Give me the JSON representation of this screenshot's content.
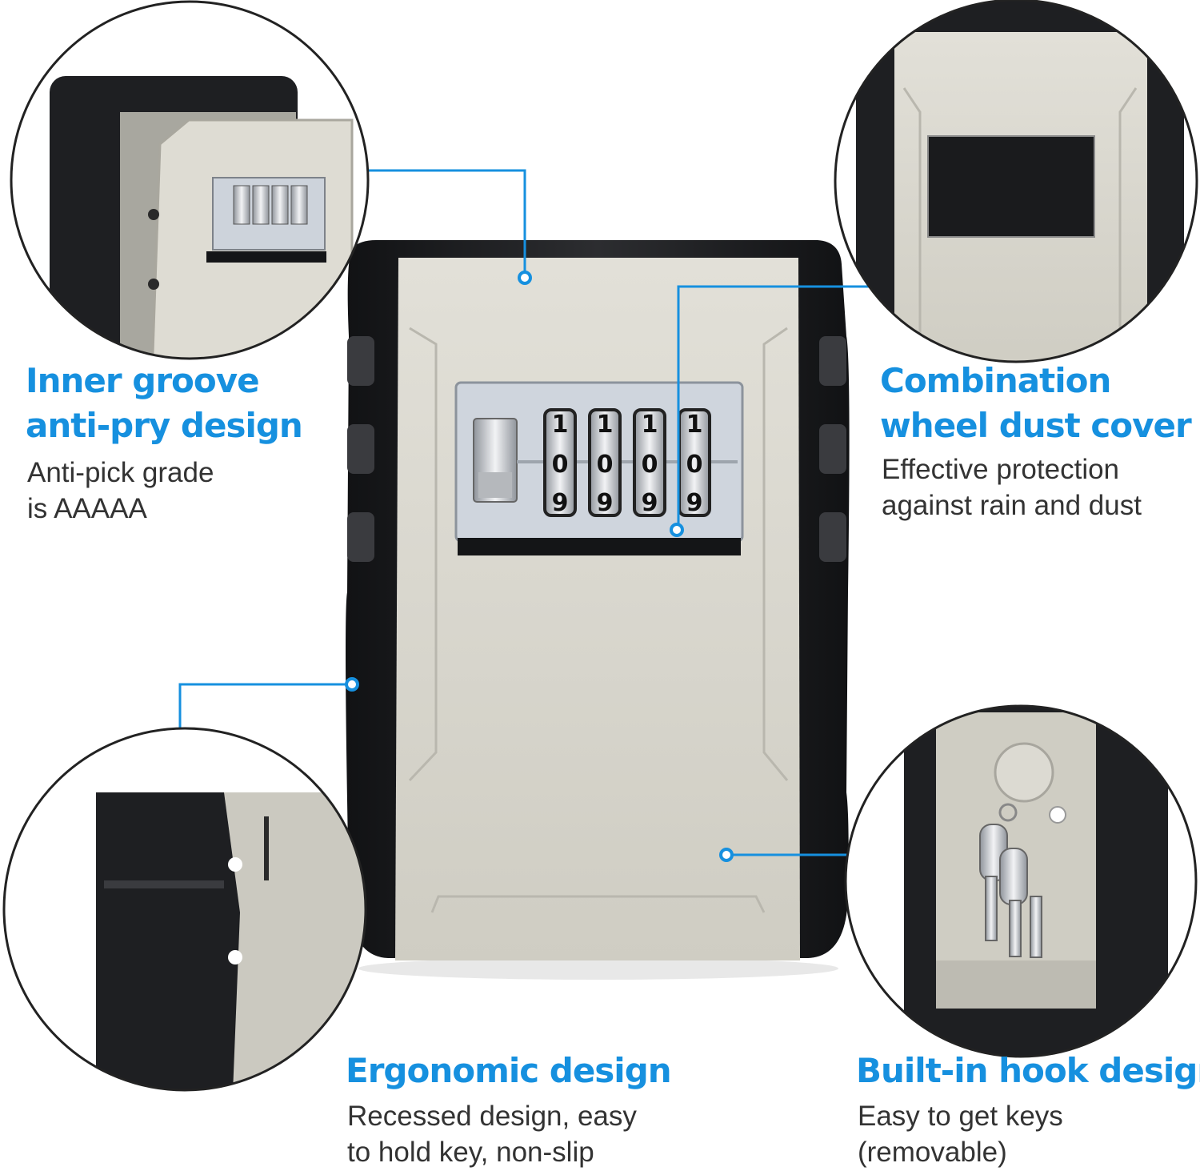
{
  "colors": {
    "accent": "#1690df",
    "body_text": "#333333",
    "casing_black": "#1f2022",
    "panel_beige": "#d8d6cd",
    "dial_silver": "#c9cdd3"
  },
  "product": {
    "dial_digits": {
      "top": "1",
      "middle": "0",
      "bottom": "9"
    }
  },
  "features": [
    {
      "title_lines": [
        "Inner groove",
        "anti-pry design"
      ],
      "desc_lines": [
        "Anti-pick grade",
        "is AAAAA"
      ],
      "image_icon": "lockbox-open-lid-detail"
    },
    {
      "title_lines": [
        "Combination",
        "wheel dust cover"
      ],
      "desc_lines": [
        "Effective protection",
        "against rain and dust"
      ],
      "image_icon": "lockbox-dust-cover-detail"
    },
    {
      "title_lines": [
        "Ergonomic design"
      ],
      "desc_lines": [
        "Recessed design, easy",
        "to hold key, non-slip"
      ],
      "image_icon": "lockbox-side-grip-detail"
    },
    {
      "title_lines": [
        "Built-in hook design"
      ],
      "desc_lines": [
        "Easy to get keys",
        "(removable)"
      ],
      "image_icon": "lockbox-inner-hook-keys-detail"
    }
  ]
}
